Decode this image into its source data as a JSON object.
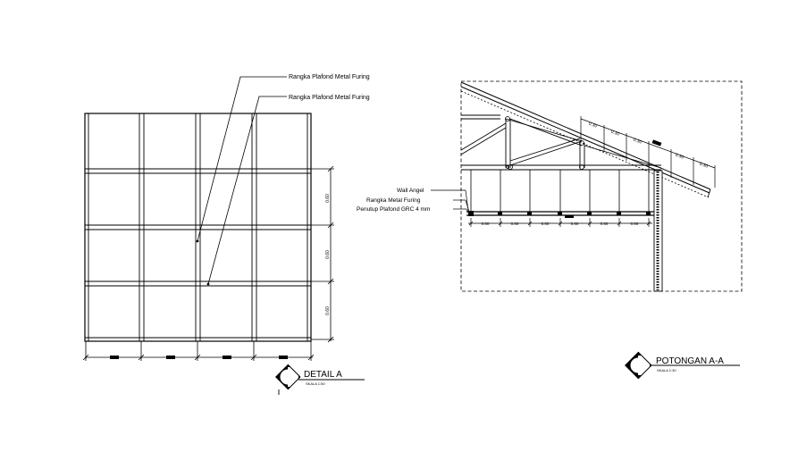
{
  "detail_a": {
    "callouts": [
      "Rangka Plafond Metal Furing",
      "Rangka Plafond Metal Furing"
    ],
    "dim_vertical": [
      "0.60",
      "0.60",
      "0.60"
    ],
    "title": "DETAIL A",
    "scale": "SKALA 1:50"
  },
  "section": {
    "labels": [
      "Wall Angel",
      "Rangka Metal Furing",
      "Penutup Plafond GRC 4 mm"
    ],
    "dim_horizontal": [
      "0.60",
      "0.60",
      "0.60",
      "0.60",
      "0.60",
      "0.60"
    ],
    "roof_dims": [
      "0.30",
      "0.30",
      "0.30",
      "0.30",
      "0.30",
      "0.30",
      "0.30"
    ],
    "title": "POTONGAN A-A",
    "scale": "SKALA 1:30"
  }
}
